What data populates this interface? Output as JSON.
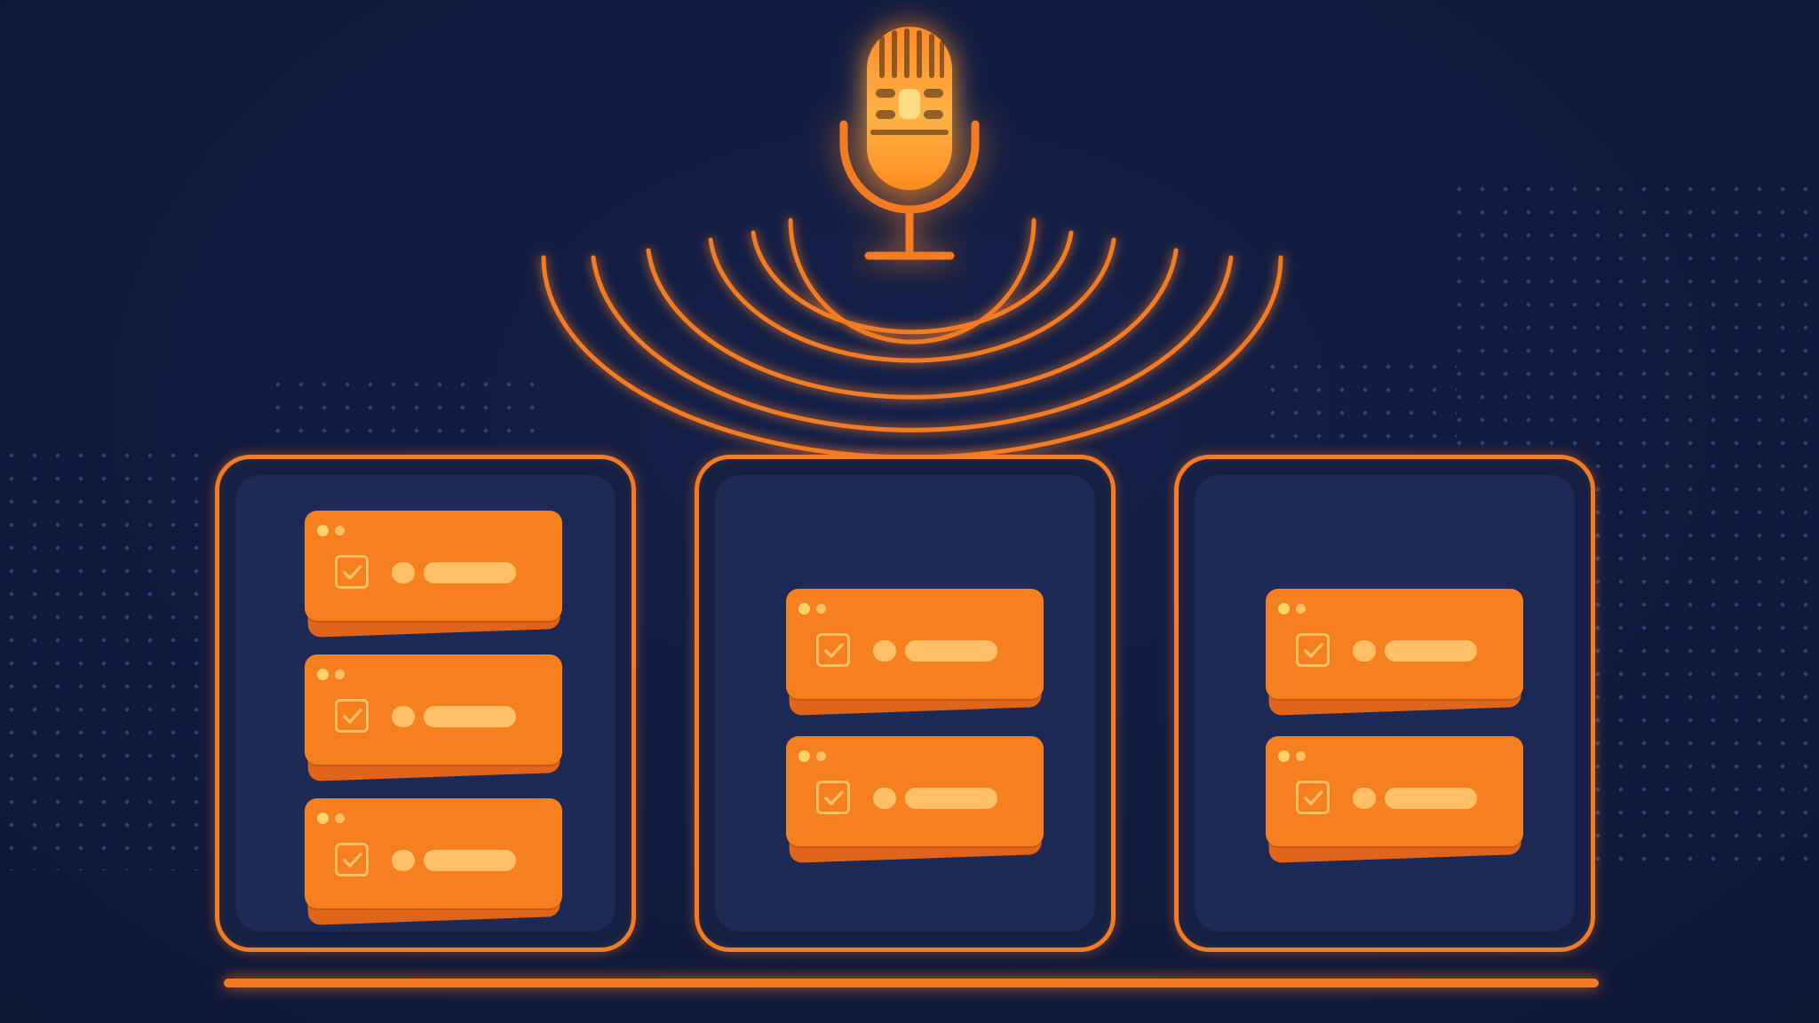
{
  "scene": {
    "background_color": "#111a3e",
    "accent_color": "#f37b21",
    "panel_color": "#1d2a55",
    "card_color": "#f6801f",
    "highlight_color": "#ffbf66"
  },
  "icons": {
    "top": "microphone-icon",
    "waves": "sound-waves-icon",
    "card_check": "checkbox-checked-icon"
  },
  "columns": [
    {
      "cards": 3
    },
    {
      "cards": 2
    },
    {
      "cards": 2
    }
  ]
}
